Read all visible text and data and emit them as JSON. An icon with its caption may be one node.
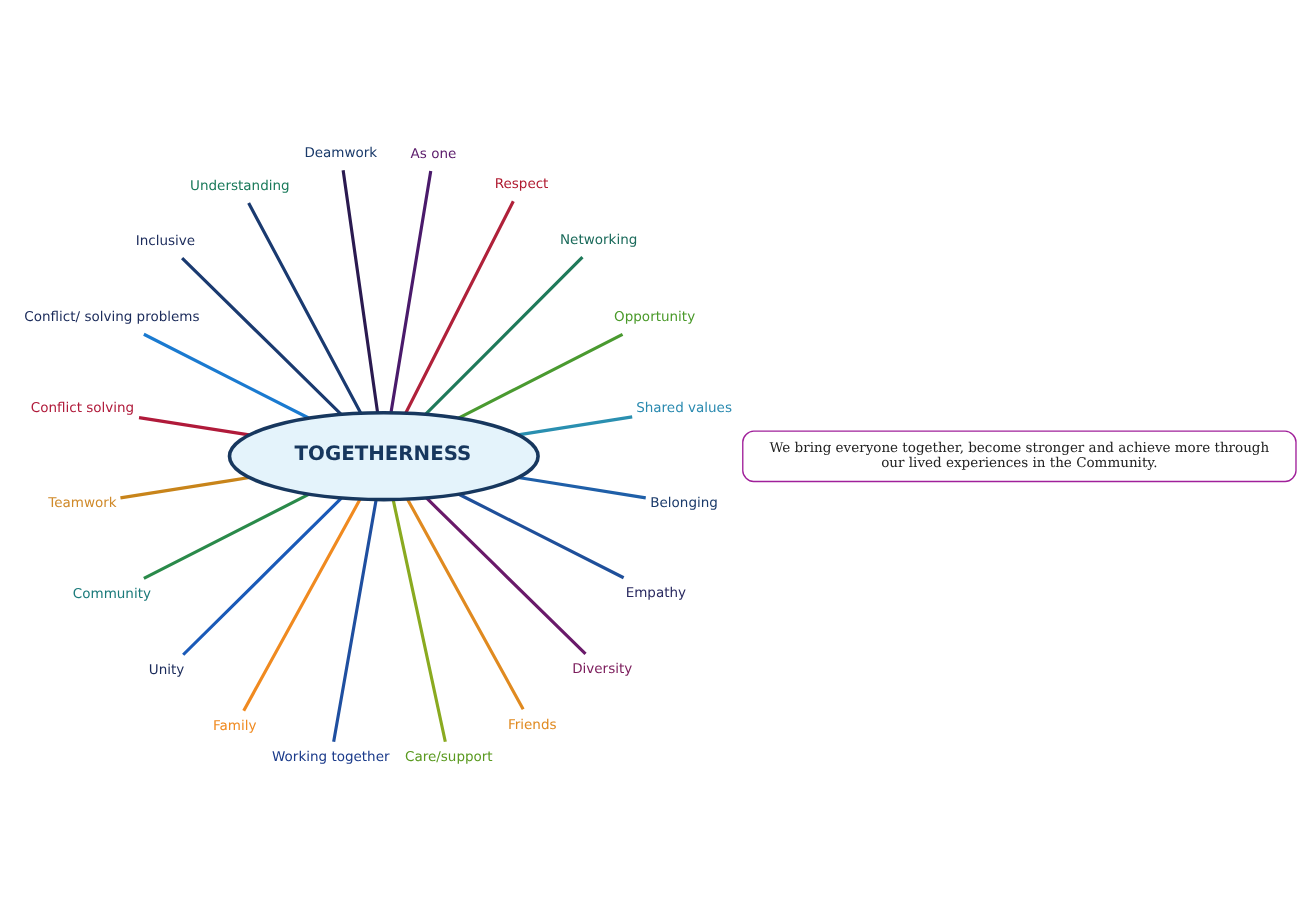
{
  "diagram": {
    "nodes": [
      {
        "text": [
          "TOGETHERNESS"
        ]
      },
      {
        "text": [
          "As one"
        ]
      },
      {
        "text": [
          "Respect"
        ]
      },
      {
        "text": [
          "Networking"
        ]
      },
      {
        "text": [
          "Opportunity"
        ]
      },
      {
        "text": [
          "Shared values"
        ]
      },
      {
        "text": [
          "Belonging"
        ]
      },
      {
        "text": [
          "Empathy"
        ]
      },
      {
        "text": [
          "Diversity"
        ]
      },
      {
        "text": [
          "Friends"
        ]
      },
      {
        "text": [
          "Care/support"
        ]
      },
      {
        "text": [
          "Working together"
        ]
      },
      {
        "text": [
          "Family"
        ]
      },
      {
        "text": [
          "Unity"
        ]
      },
      {
        "text": [
          "Community"
        ]
      },
      {
        "text": [
          "Teamwork"
        ]
      },
      {
        "text": [
          "Conflict solving"
        ]
      },
      {
        "text": [
          "Conflict/ solving problems"
        ]
      },
      {
        "text": [
          "Inclusive"
        ]
      },
      {
        "text": [
          "Understanding"
        ]
      },
      {
        "text": [
          "Deamwork"
        ]
      },
      {
        "text": [
          "We bring everyone together, become stronger and achieve more through our lived experiences in the Community."
        ]
      }
    ],
    "edges": [
      {
        "from": 0,
        "to": 1,
        "arrow": "none",
        "color": "#4a1a6b"
      },
      {
        "from": 0,
        "to": 2,
        "arrow": "none",
        "color": "#b0213a"
      },
      {
        "from": 0,
        "to": 3,
        "arrow": "none",
        "color": "#1f7a5a"
      },
      {
        "from": 0,
        "to": 4,
        "arrow": "none",
        "color": "#4a9a30"
      },
      {
        "from": 0,
        "to": 5,
        "arrow": "none",
        "color": "#2a8fb0"
      },
      {
        "from": 0,
        "to": 6,
        "arrow": "none",
        "color": "#1f5fa8"
      },
      {
        "from": 0,
        "to": 7,
        "arrow": "none",
        "color": "#1f4f9a"
      },
      {
        "from": 0,
        "to": 8,
        "arrow": "none",
        "color": "#6a1a6a"
      },
      {
        "from": 0,
        "to": 9,
        "arrow": "none",
        "color": "#e08a20"
      },
      {
        "from": 0,
        "to": 10,
        "arrow": "none",
        "color": "#8aaa20"
      },
      {
        "from": 0,
        "to": 11,
        "arrow": "none",
        "color": "#1f4fa0"
      },
      {
        "from": 0,
        "to": 12,
        "arrow": "none",
        "color": "#f08a20"
      },
      {
        "from": 0,
        "to": 13,
        "arrow": "none",
        "color": "#1a5ab8"
      },
      {
        "from": 0,
        "to": 14,
        "arrow": "none",
        "color": "#2a8a4a"
      },
      {
        "from": 0,
        "to": 15,
        "arrow": "none",
        "color": "#c8841a"
      },
      {
        "from": 0,
        "to": 16,
        "arrow": "none",
        "color": "#b01a3a"
      },
      {
        "from": 0,
        "to": 17,
        "arrow": "none",
        "color": "#1a7ad0"
      },
      {
        "from": 0,
        "to": 18,
        "arrow": "none",
        "color": "#1a3a70"
      },
      {
        "from": 0,
        "to": 19,
        "arrow": "none",
        "color": "#1a3a70"
      },
      {
        "from": 0,
        "to": 20,
        "arrow": "none",
        "color": "#2a1a50"
      }
    ]
  }
}
